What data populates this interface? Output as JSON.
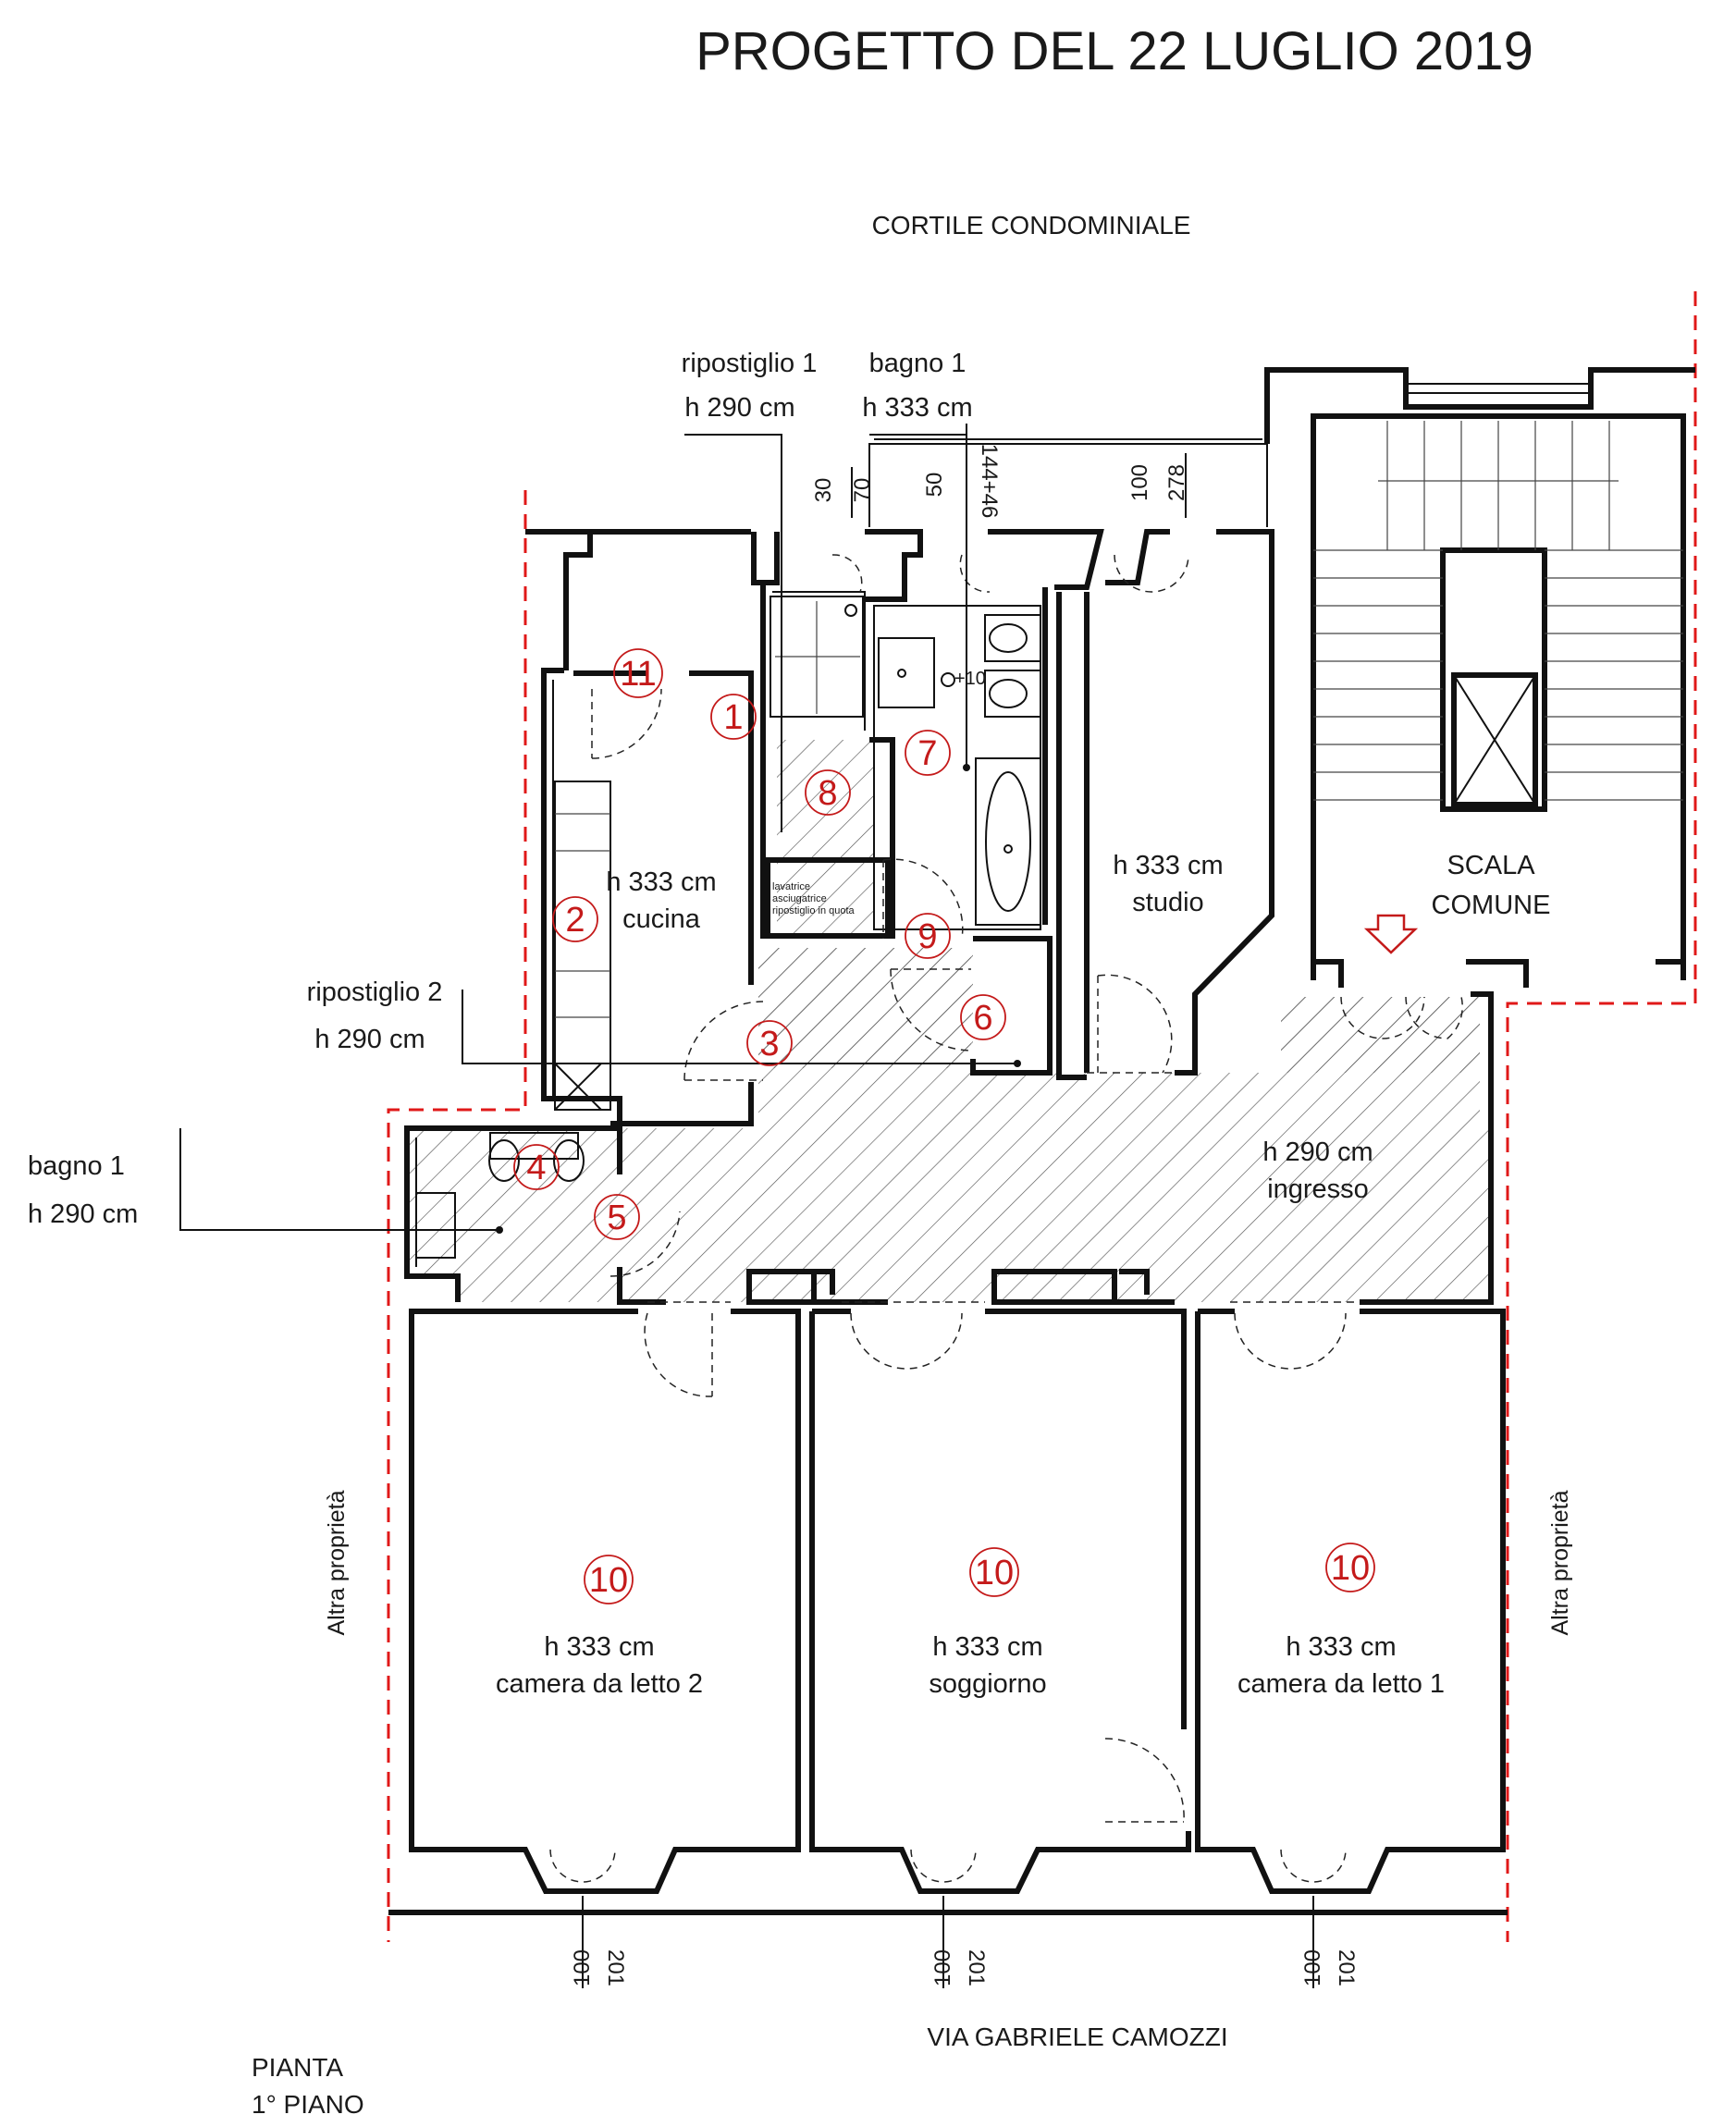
{
  "title": "PROGETTO DEL 22 LUGLIO 2019",
  "courtyard_label": "CORTILE CONDOMINIALE",
  "street_label": "VIA GABRIELE CAMOZZI",
  "plan_label": [
    "PIANTA",
    "1° PIANO"
  ],
  "adjacent_property_label": "Altra proprietà",
  "callouts": {
    "ripostiglio1": {
      "name": "ripostiglio 1",
      "height": "h 290 cm"
    },
    "bagno1_top": {
      "name": "bagno 1",
      "height": "h 333 cm"
    },
    "ripostiglio2": {
      "name": "ripostiglio 2",
      "height": "h 290 cm"
    },
    "bagno1_left": {
      "name": "bagno 1",
      "height": "h 290 cm"
    }
  },
  "rooms": {
    "cucina": {
      "height": "h 333 cm",
      "name": "cucina"
    },
    "studio": {
      "height": "h 333 cm",
      "name": "studio"
    },
    "scala": {
      "line1": "SCALA",
      "line2": "COMUNE"
    },
    "ingresso": {
      "height": "h 290 cm",
      "name": "ingresso"
    },
    "camera2": {
      "height": "h 333 cm",
      "name": "camera da letto 2"
    },
    "soggiorno": {
      "height": "h 333 cm",
      "name": "soggiorno"
    },
    "camera1": {
      "height": "h 333 cm",
      "name": "camera da letto 1"
    }
  },
  "laundry_note": [
    "lavatrice",
    "asciugatrice",
    "ripostiglio in quota"
  ],
  "markers": [
    "1",
    "2",
    "3",
    "4",
    "5",
    "6",
    "7",
    "8",
    "9",
    "10",
    "10",
    "10",
    "11"
  ],
  "dimensions": {
    "top": [
      "30",
      "70",
      "50",
      "144+46",
      "100",
      "278"
    ],
    "bottom": [
      "100",
      "201",
      "100",
      "201",
      "100",
      "201"
    ],
    "bath_floor": "+10"
  },
  "colors": {
    "property_line": "#e01818",
    "marker": "#c41a1a",
    "line": "#111111"
  }
}
